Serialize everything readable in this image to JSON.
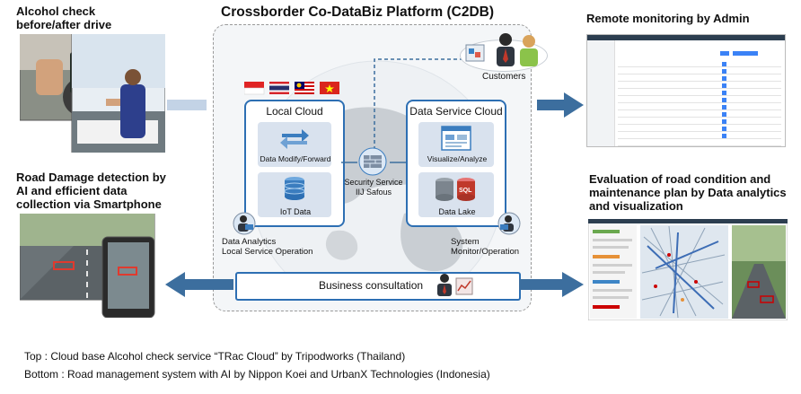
{
  "title": "Crossborder Co-DataBiz Platform (C2DB)",
  "left_top": {
    "heading_line1": "Alcohol check",
    "heading_line2": "before/after drive"
  },
  "left_bottom": {
    "heading_line1": "Road Damage detection by",
    "heading_line2": "AI and efficient data",
    "heading_line3": "collection via Smartphone"
  },
  "right_top": {
    "heading": "Remote monitoring by Admin"
  },
  "right_bottom": {
    "heading_line1": "Evaluation of road condition and",
    "heading_line2": "maintenance plan by Data analytics",
    "heading_line3": "and visualization"
  },
  "customers": {
    "label": "Customers"
  },
  "local_cloud": {
    "title": "Local Cloud",
    "modify": "Data Modify/Forward",
    "iot": "IoT Data"
  },
  "data_service_cloud": {
    "title": "Data Service Cloud",
    "visualize": "Visualize/Analyze",
    "lake": "Data Lake",
    "sql": "SQL"
  },
  "security": {
    "line1": "Security Service",
    "line2": "IIJ Safous"
  },
  "analytics": {
    "line1": "Data Analytics",
    "line2": "Local Service Operation"
  },
  "system": {
    "line1": "System",
    "line2": "Monitor/Operation"
  },
  "business": {
    "label": "Business consultation"
  },
  "captions": {
    "top": "Top : Cloud base Alcohol check service “TRac Cloud” by Tripodworks (Thailand)",
    "bottom": "Bottom : Road management system with AI by Nippon Koei and UrbanX Technologies (Indonesia)"
  },
  "colors": {
    "cloud_border": "#2d6fb3",
    "arrow": "#3c6e9e",
    "inner_fill": "#d9e2ee"
  },
  "flags": [
    "indonesia-flag",
    "thailand-flag",
    "malaysia-flag",
    "vietnam-flag"
  ]
}
